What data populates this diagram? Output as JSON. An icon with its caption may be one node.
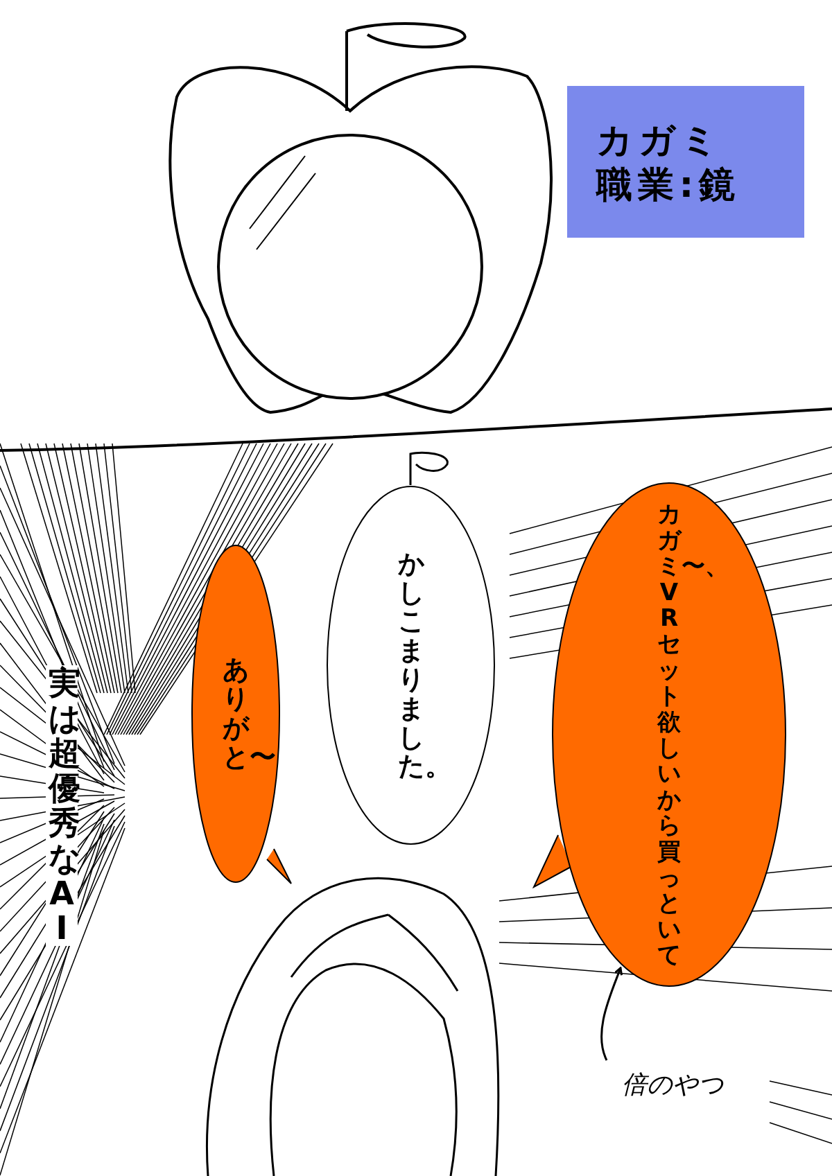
{
  "diagram": {
    "nodes": [
      {
        "text": [
          "カガミ",
          "職業:鏡"
        ]
      },
      {
        "text": [
          "かしこまりました。"
        ]
      },
      {
        "text": [
          "ありがと〜"
        ]
      },
      {
        "text": [
          "カガミ〜、VRセット欲しいから買っといて"
        ]
      },
      {
        "text": [
          "倍のやつ"
        ]
      }
    ],
    "edges": [
      {
        "from": 4,
        "to": 3,
        "arrow": "to"
      }
    ],
    "labels": [
      "実は超優秀なAI"
    ]
  }
}
